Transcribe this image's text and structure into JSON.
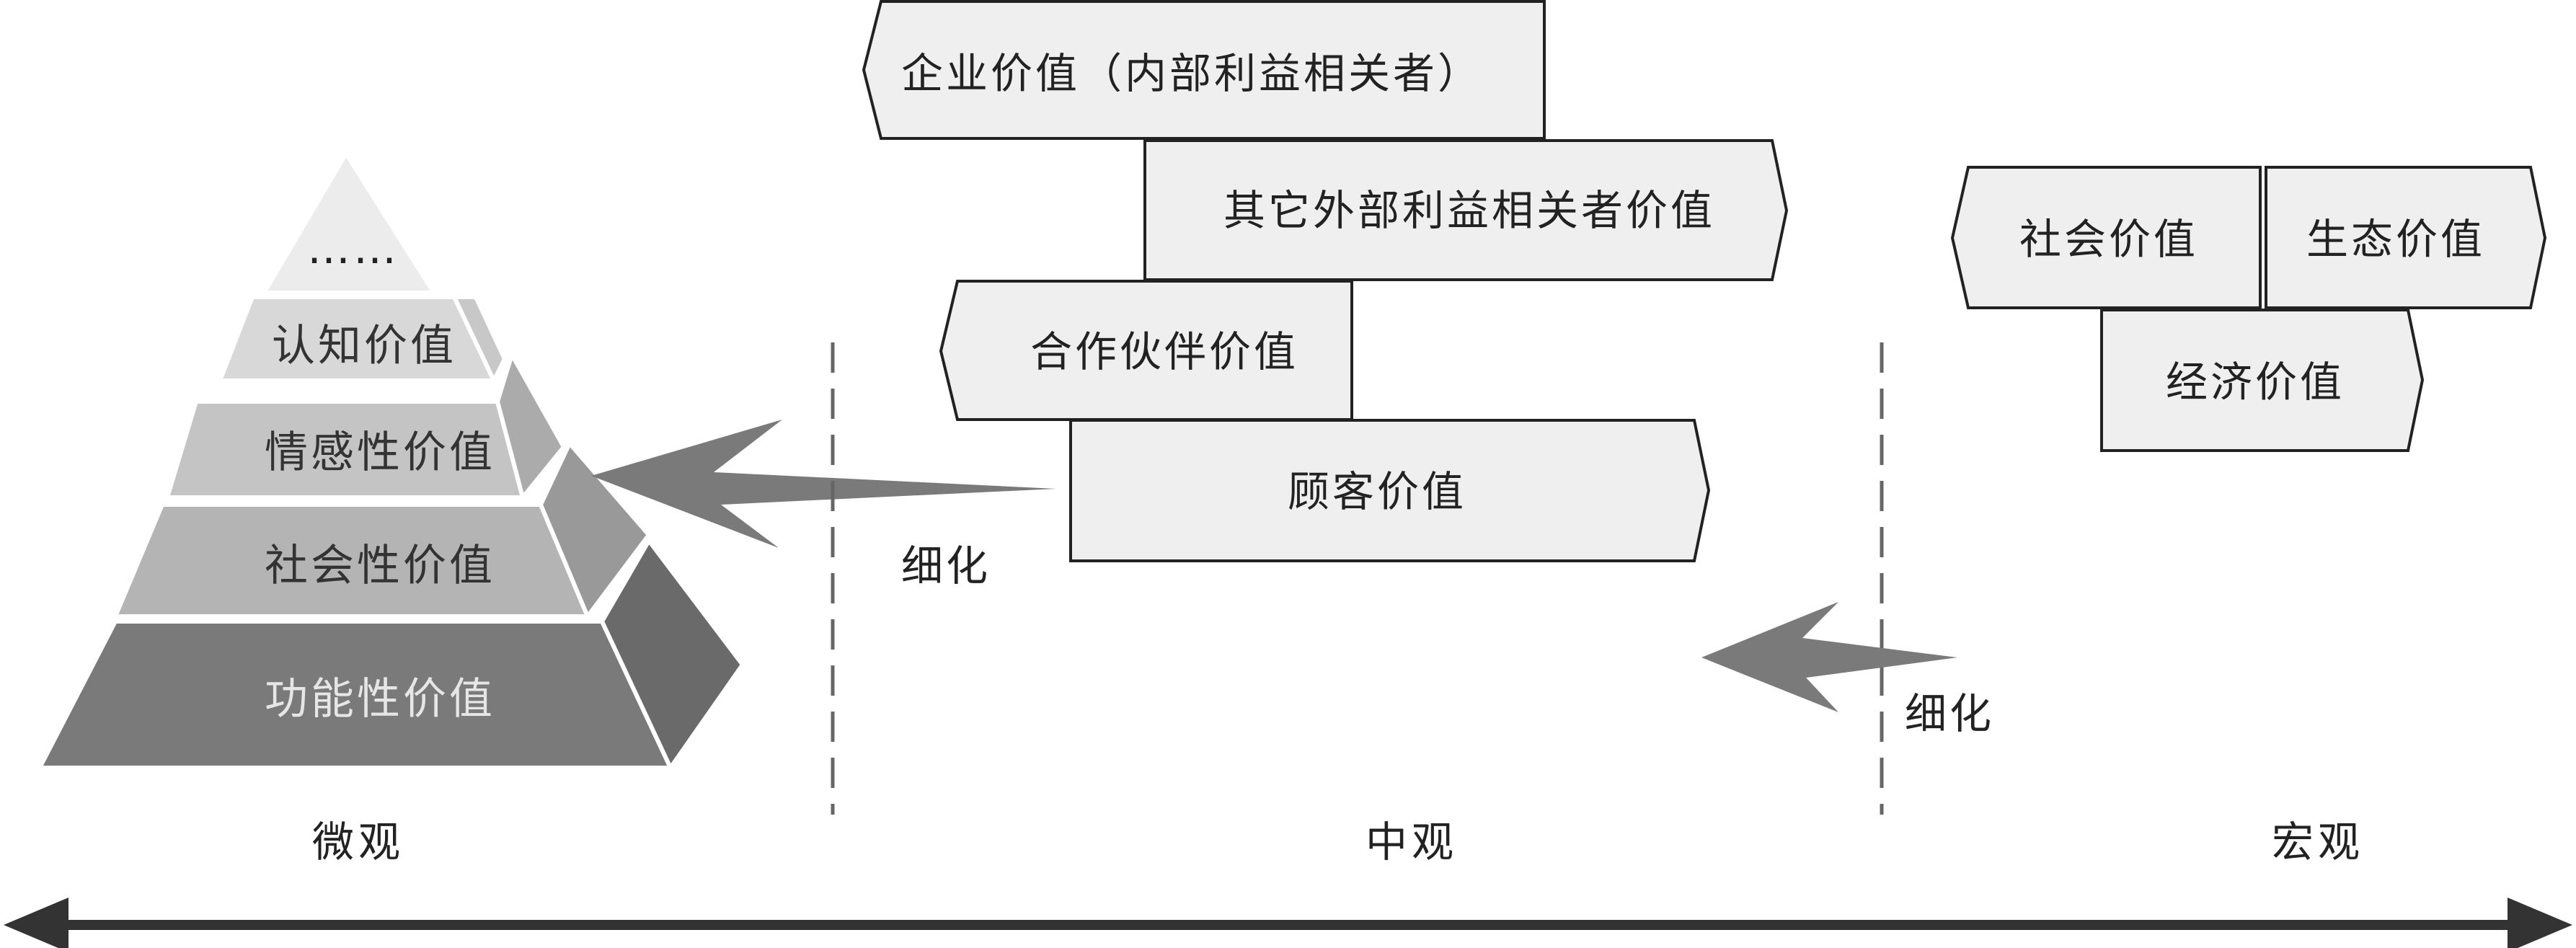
{
  "pyramid": {
    "levels": [
      {
        "label": "……",
        "color": "#222222"
      },
      {
        "label": "认知价值",
        "color": "#333333"
      },
      {
        "label": "情感性价值",
        "color": "#333333"
      },
      {
        "label": "社会性价值",
        "color": "#333333"
      },
      {
        "label": "功能性价值",
        "color": "#e6e6e6"
      }
    ]
  },
  "meso": {
    "items": [
      {
        "label": "企业价值（内部利益相关者）"
      },
      {
        "label": "其它外部利益相关者价值"
      },
      {
        "label": "合作伙伴价值"
      },
      {
        "label": "顾客价值"
      }
    ]
  },
  "macro": {
    "items": [
      {
        "label": "社会价值"
      },
      {
        "label": "生态价值"
      },
      {
        "label": "经济价值"
      }
    ]
  },
  "arrows": {
    "left_label": "细化",
    "right_label": "细化"
  },
  "scale": {
    "micro": "微观",
    "meso": "中观",
    "macro": "宏观"
  }
}
